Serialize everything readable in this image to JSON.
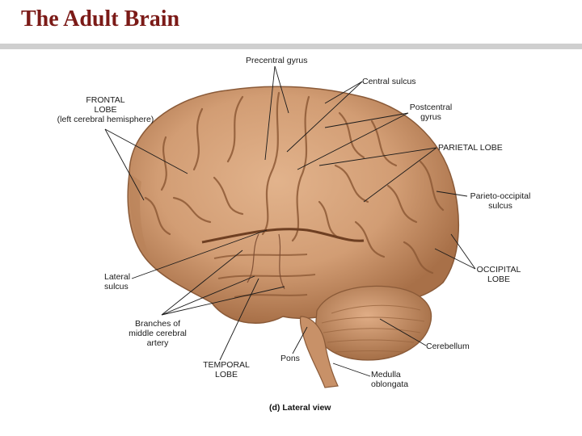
{
  "slide": {
    "title": "The Adult Brain"
  },
  "figure": {
    "caption_tag": "(d)",
    "caption_text": "Lateral view",
    "labels": {
      "precentral_gyrus": "Precentral gyrus",
      "central_sulcus": "Central sulcus",
      "frontal_lobe_l1": "FRONTAL",
      "frontal_lobe_l2": "LOBE",
      "frontal_lobe_l3": "(left cerebral hemisphere)",
      "postcentral_gyrus_l1": "Postcentral",
      "postcentral_gyrus_l2": "gyrus",
      "parietal_lobe": "PARIETAL LOBE",
      "parieto_occipital_l1": "Parieto-occipital",
      "parieto_occipital_l2": "sulcus",
      "lateral_sulcus_l1": "Lateral",
      "lateral_sulcus_l2": "sulcus",
      "occipital_lobe_l1": "OCCIPITAL",
      "occipital_lobe_l2": "LOBE",
      "branches_l1": "Branches of",
      "branches_l2": "middle cerebral",
      "branches_l3": "artery",
      "cerebellum": "Cerebellum",
      "pons": "Pons",
      "temporal_lobe_l1": "TEMPORAL",
      "temporal_lobe_l2": "LOBE",
      "medulla_l1": "Medulla",
      "medulla_l2": "oblongata"
    }
  },
  "colors": {
    "title": "#7b1a17",
    "rule": "#cfcfcf",
    "brain_base": "#d6a27a",
    "brain_shadow": "#9c6844",
    "leader_line": "#1a1a1a"
  }
}
